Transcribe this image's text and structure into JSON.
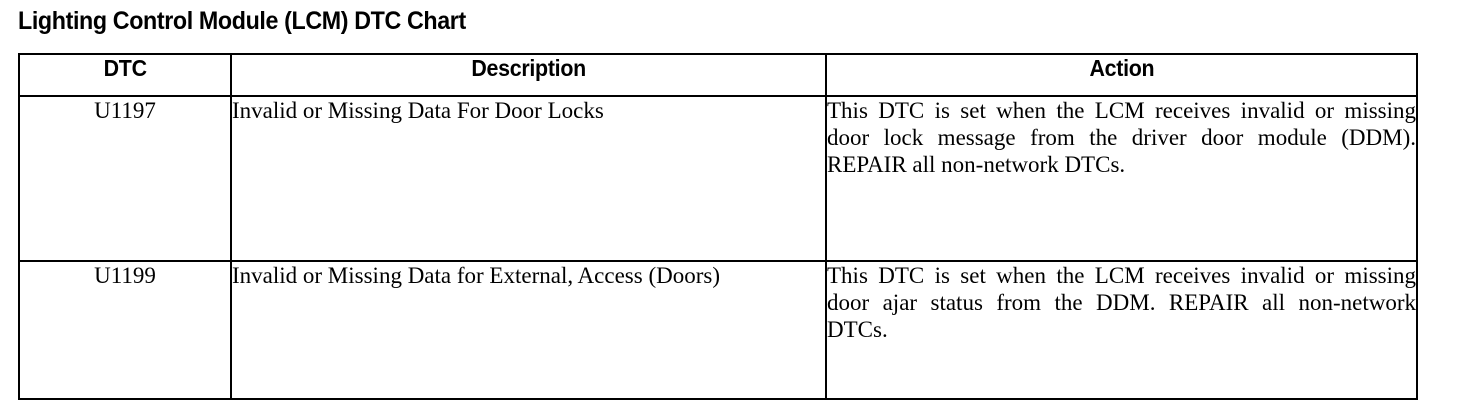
{
  "page": {
    "title": "Lighting Control Module (LCM) DTC Chart",
    "background_color": "#ffffff",
    "text_color": "#000000",
    "border_color": "#000000"
  },
  "table": {
    "columns": [
      {
        "key": "dtc",
        "label": "DTC"
      },
      {
        "key": "description",
        "label": "Description"
      },
      {
        "key": "action",
        "label": "Action"
      }
    ],
    "rows": [
      {
        "dtc": "U1197",
        "description": "Invalid or Missing Data For Door Locks",
        "action": "This DTC is set when the LCM receives invalid or missing door lock message from the driver door module (DDM). REPAIR all non-network DTCs."
      },
      {
        "dtc": "U1199",
        "description": "Invalid or Missing Data for External, Access (Doors)",
        "action": "This DTC is set when the LCM receives invalid or missing door ajar status from the DDM. REPAIR all non-network DTCs."
      }
    ]
  }
}
